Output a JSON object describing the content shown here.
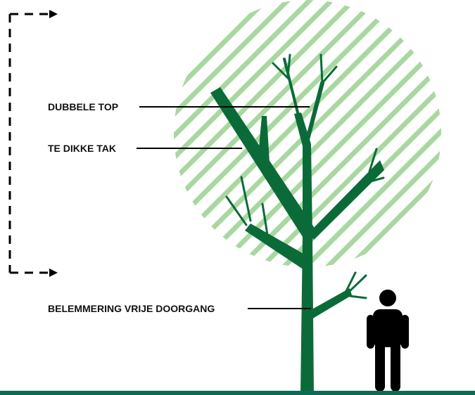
{
  "labels": {
    "double_top": "DUBBELE TOP",
    "thick_branch": "TE DIKKE TAK",
    "obstruction": "BELEMMERING VRIJE DOORGANG"
  },
  "icons": {
    "tree": "tree-icon",
    "person": "person-icon",
    "crown_zone": "hatched-circle-crown",
    "bracket": "dashed-bracket-arrows"
  },
  "colors": {
    "tree_green": "#0b6b38",
    "hatch_green": "#a8d8a0",
    "ground_teal": "#0d6b55",
    "text": "#111111",
    "person": "#000000"
  }
}
